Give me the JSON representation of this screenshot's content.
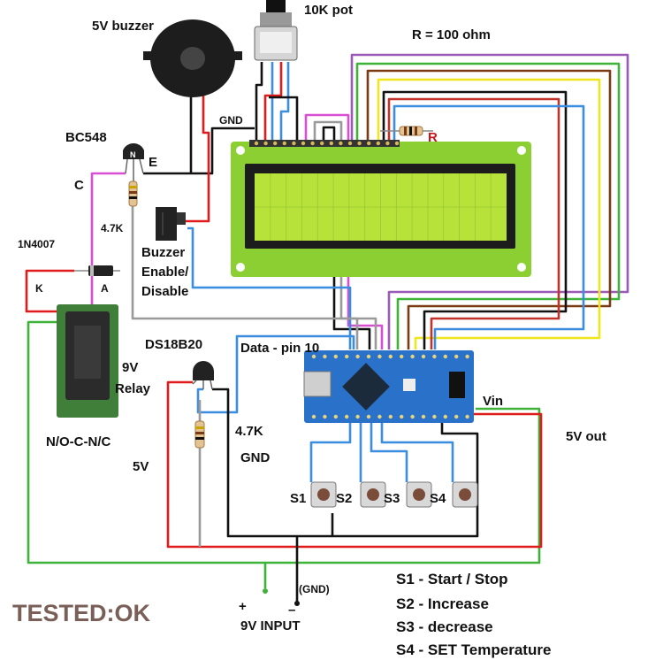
{
  "labels": {
    "buzzer": "5V buzzer",
    "pot": "10K pot",
    "resistor_note": "R = 100 ohm",
    "gnd_top": "GND",
    "transistor": "BC548",
    "collector": "C",
    "emitter": "E",
    "base_resistor": "4.7K",
    "r_mark": "R",
    "diode": "1N4007",
    "cathode": "K",
    "anode": "A",
    "switch": "Buzzer Enable/ Disable",
    "sensor": "DS18B20",
    "data_pin": "Data - pin 10",
    "relay": "9V Relay",
    "relay_contacts": "N/O-C-N/C",
    "pullup": "4.7K",
    "gnd_mid": "GND",
    "five_v": "5V",
    "vin": "Vin",
    "five_v_out": "5V out",
    "s1": "S1",
    "s2": "S2",
    "s3": "S3",
    "s4": "S4",
    "gnd_input": "(GND)",
    "plus": "+",
    "minus": "–",
    "input": "9V INPUT",
    "tested": "TESTED:OK"
  },
  "legend": [
    "S1 - Start / Stop",
    "S2 - Increase",
    "S3 - decrease",
    "S4 - SET Temperature"
  ],
  "colors": {
    "lcd_board": "#8ccf33",
    "lcd_screen": "#b6e23a",
    "nano_board": "#2a72c9",
    "relay_board": "#3f7f3a",
    "wire_red": "#e01b1b",
    "wire_green": "#3fb23a",
    "wire_blue": "#3b8de0",
    "wire_black": "#111111",
    "wire_magenta": "#d94fd2",
    "wire_yellow": "#f0e61c",
    "wire_brown": "#7a3a12",
    "wire_violet": "#9b59b6",
    "wire_grey": "#9a9a9a"
  }
}
